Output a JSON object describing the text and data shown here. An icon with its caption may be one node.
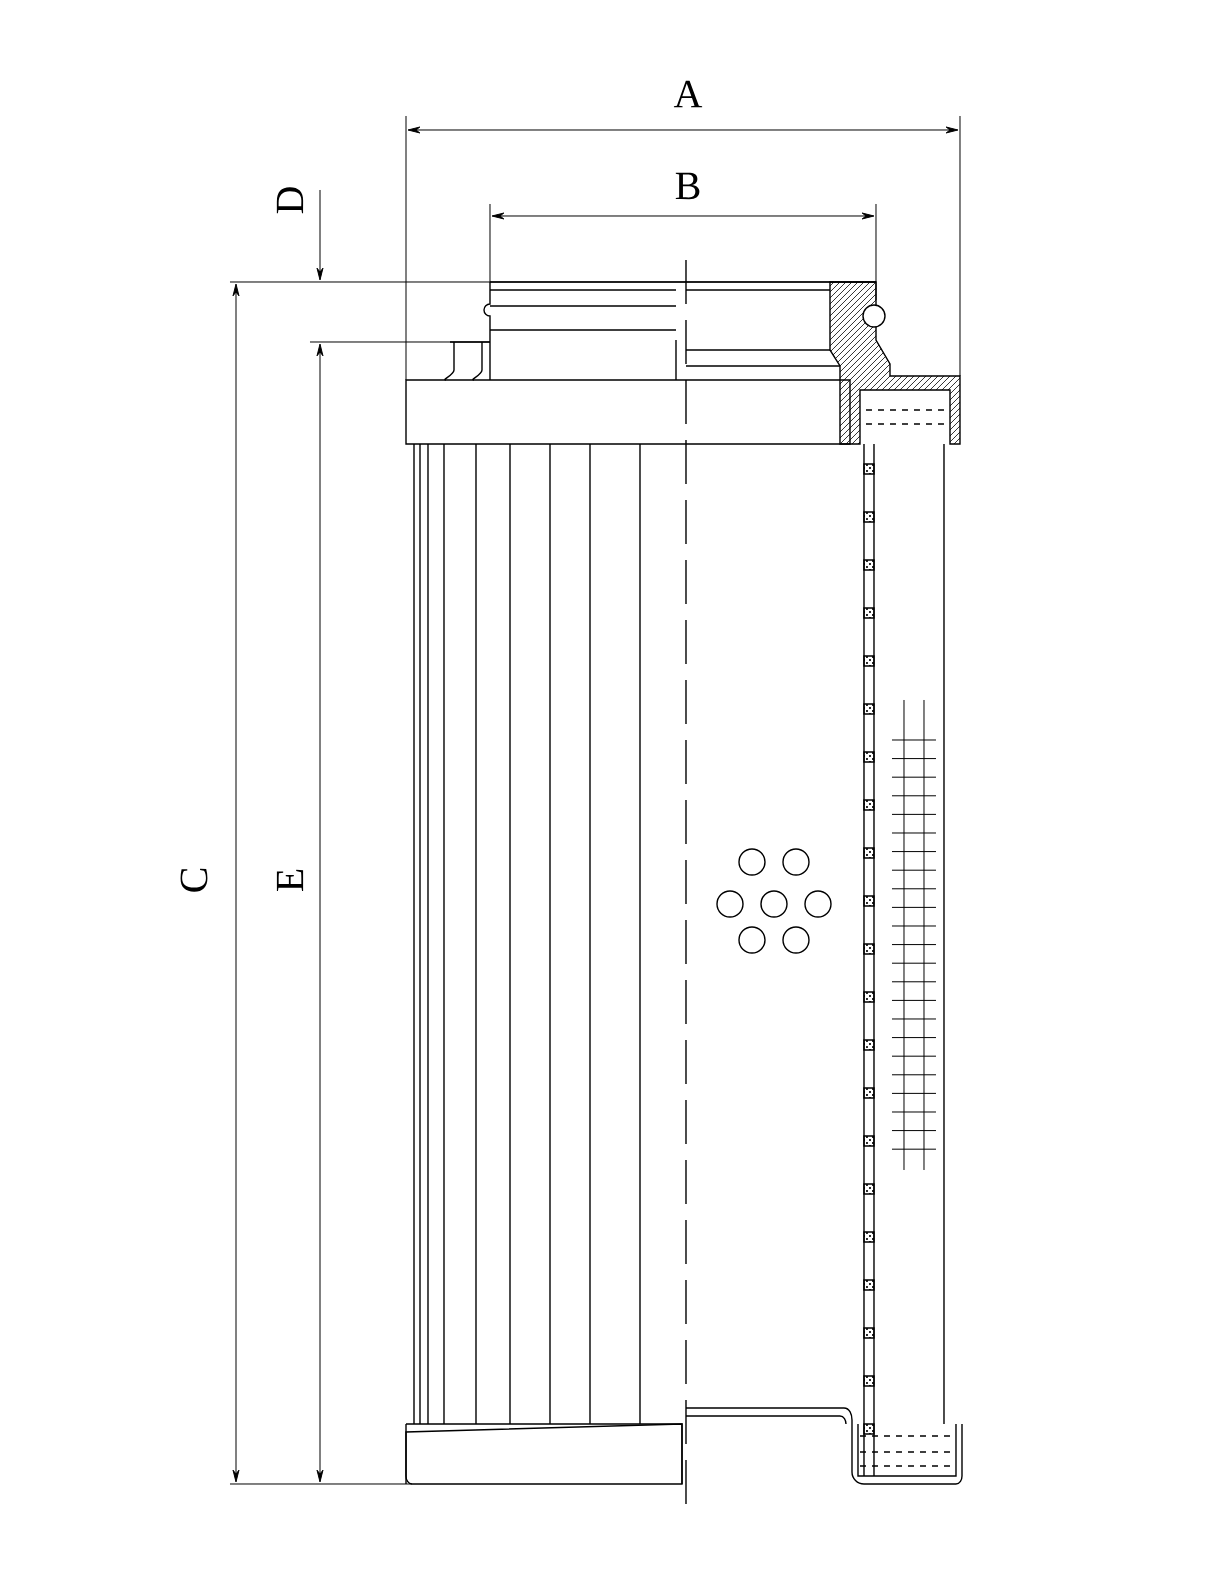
{
  "diagram": {
    "labels": [
      "A",
      "B",
      "D",
      "C",
      "E"
    ]
  }
}
